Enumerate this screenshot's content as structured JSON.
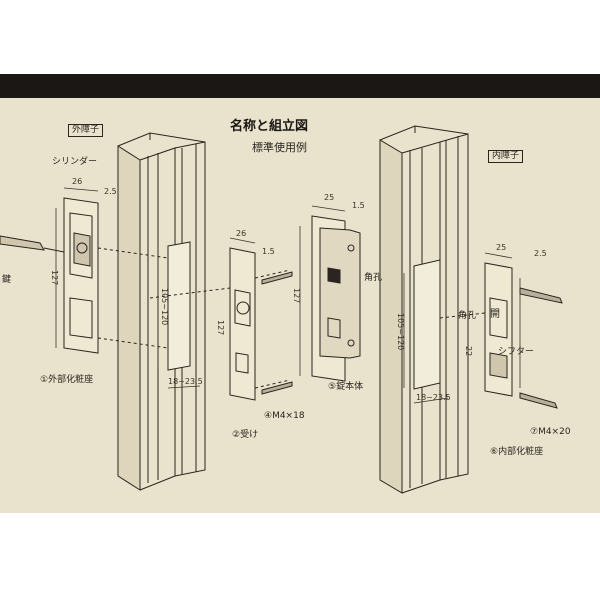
{
  "title": "名称と組立図",
  "subtitle": "標準使用例",
  "left_section": "外障子",
  "right_section": "内障子",
  "labels": {
    "cylinder": "シリンダー",
    "shifter": "シフター",
    "square_hole": "角孔",
    "square_hole2": "角孔",
    "open": "開",
    "key": "鍵"
  },
  "parts": {
    "p1": "①外部化粧座",
    "p2": "②受け",
    "p4": "④M4×18",
    "p5": "⑤錠本体",
    "p6": "⑥内部化粧座",
    "p7": "⑦M4×20"
  },
  "dims": {
    "d26a": "26",
    "d25a": "2.5",
    "d127a": "127",
    "d105a": "105~120",
    "d18a": "18~23.5",
    "d127b": "127",
    "d26b": "26",
    "d15b": "1.5",
    "d25c": "25",
    "d15c": "1.5",
    "d127c": "127",
    "d105b": "105~120",
    "d18b": "18~23.5",
    "d25d": "25",
    "d25e": "2.5",
    "d22": "22"
  }
}
